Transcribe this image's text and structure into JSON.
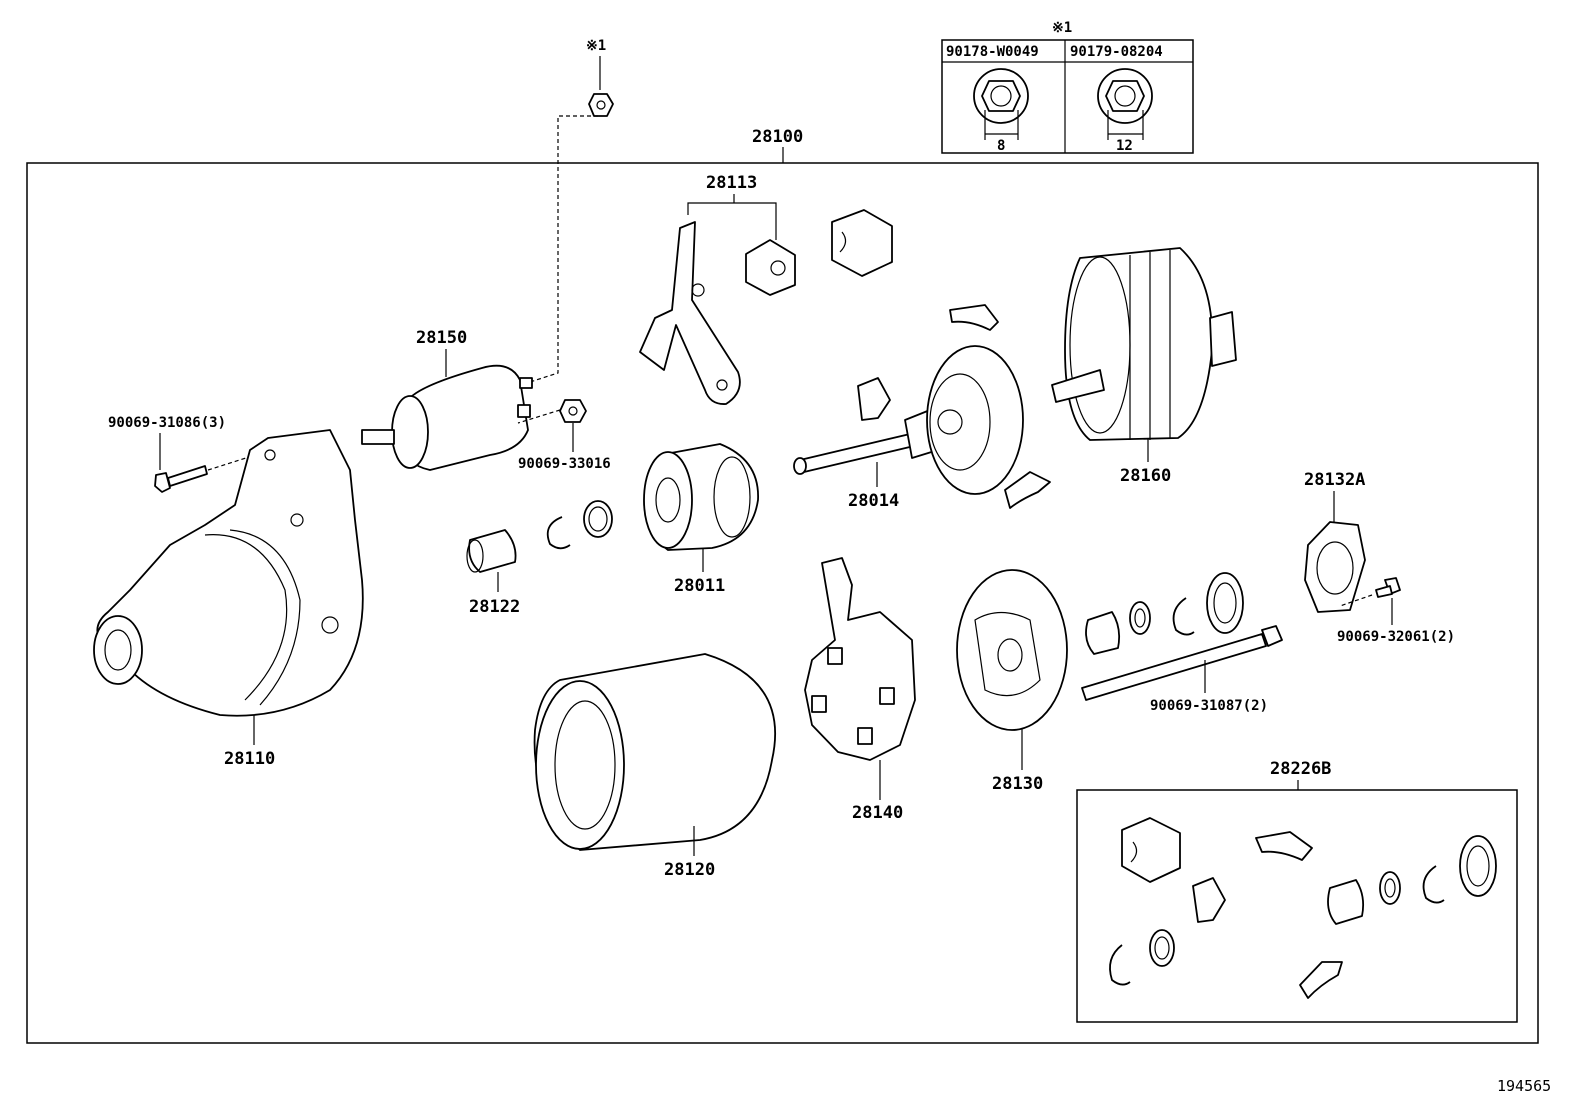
{
  "figure_number": "194565",
  "note_mark": "※1",
  "note_table": {
    "columns": [
      {
        "part_no": "90178-W0049",
        "size": "8"
      },
      {
        "part_no": "90179-08204",
        "size": "12"
      }
    ]
  },
  "parts": {
    "p28100": "28100",
    "p28113": "28113",
    "p28150": "28150",
    "p90069_31086": "90069-31086(3)",
    "p90069_33016": "90069-33016",
    "p28122": "28122",
    "p28011": "28011",
    "p28014": "28014",
    "p28160": "28160",
    "p28132A": "28132A",
    "p90069_32061": "90069-32061(2)",
    "p90069_31087": "90069-31087(2)",
    "p28110": "28110",
    "p28120": "28120",
    "p28140": "28140",
    "p28130": "28130",
    "p28226B": "28226B"
  }
}
